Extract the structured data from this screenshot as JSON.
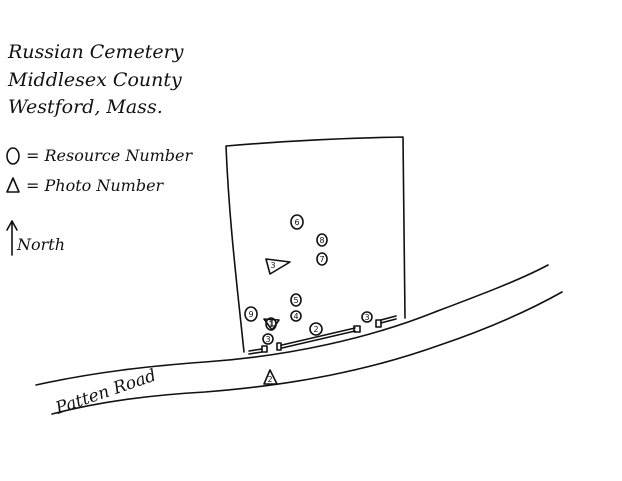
{
  "title": {
    "line1": "Russian Cemetery",
    "line2": "Middlesex County",
    "line3": "Westford, Mass."
  },
  "legend": {
    "resource_label": "= Resource Number",
    "photo_label": "= Photo Number",
    "north_label": "North"
  },
  "road": {
    "label": "Patten Road"
  },
  "resources": [
    "1",
    "2",
    "3",
    "4",
    "5",
    "6",
    "7",
    "8",
    "9"
  ],
  "photos": [
    "1",
    "2",
    "3"
  ]
}
